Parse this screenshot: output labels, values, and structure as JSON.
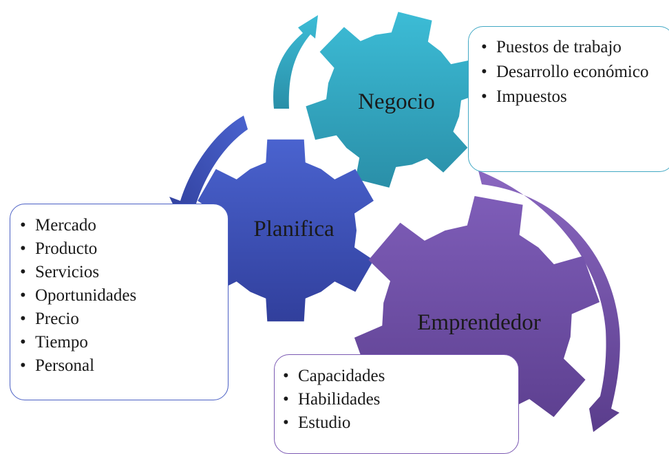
{
  "gears": {
    "negocio": {
      "label": "Negocio",
      "color": "#2ea4be"
    },
    "planifica": {
      "label": "Planifica",
      "color": "#3f51b5"
    },
    "emprendedor": {
      "label": "Emprendedor",
      "color": "#6f4ea6"
    }
  },
  "boxes": {
    "negocio": {
      "items": [
        "Puestos de trabajo",
        "Desarrollo económico",
        "Impuestos"
      ]
    },
    "planifica": {
      "items": [
        "Mercado",
        "Producto",
        "Servicios",
        "Oportunidades",
        "Precio",
        "Tiempo",
        "Personal"
      ]
    },
    "emprendedor": {
      "items": [
        "Capacidades",
        "Habilidades",
        "Estudio"
      ]
    }
  },
  "arrows": {
    "teal": "#2ea4be",
    "blue": "#3f51b5",
    "purple": "#7b57b0"
  }
}
